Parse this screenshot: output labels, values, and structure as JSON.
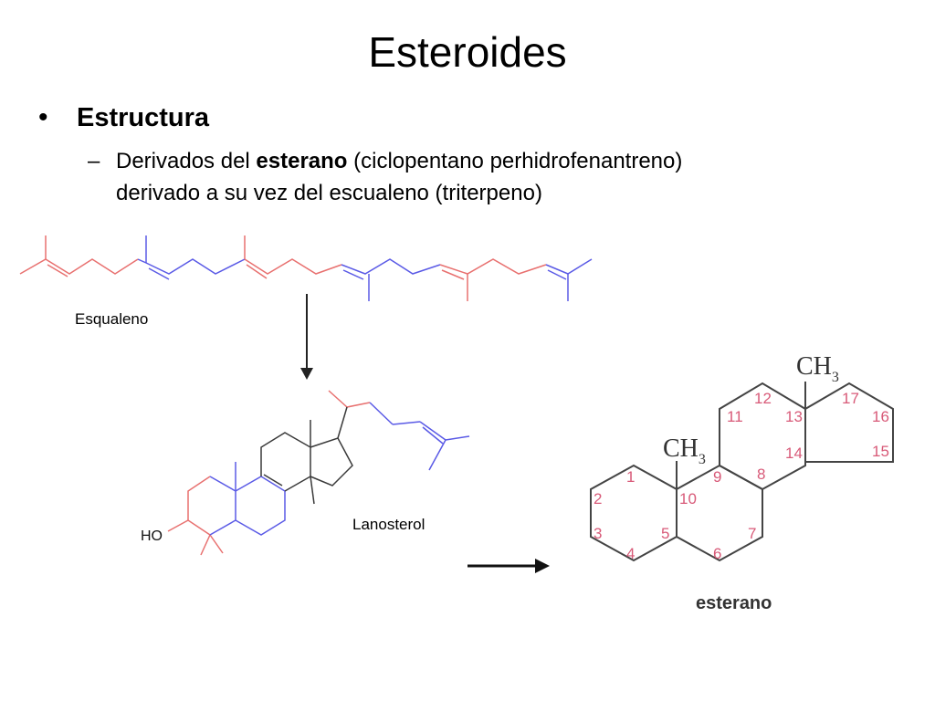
{
  "slide": {
    "title": "Esteroides",
    "bullet_marker": "•",
    "bullet": "Estructura",
    "sub_marker": "–",
    "sub_line1_pre": "Derivados del ",
    "sub_line1_bold": "esterano",
    "sub_line1_post": " (ciclopentano perhidrofenantreno)",
    "sub_line2": "derivado a su vez del escualeno (triterpeno)"
  },
  "figure": {
    "squalene_label": "Esqualeno",
    "lanosterol_label": "Lanosterol",
    "hydroxyl_label": "HO",
    "esterano_label": "esterano",
    "methyl_top": "CH",
    "methyl_mid": "CH",
    "methyl_subscript": "3",
    "ring_numbers": [
      "1",
      "2",
      "3",
      "4",
      "5",
      "6",
      "7",
      "8",
      "9",
      "10",
      "11",
      "12",
      "13",
      "14",
      "15",
      "16",
      "17"
    ]
  },
  "colors": {
    "red": "#e8706f",
    "blue": "#5a5ae6",
    "black": "#3a3a3a"
  }
}
